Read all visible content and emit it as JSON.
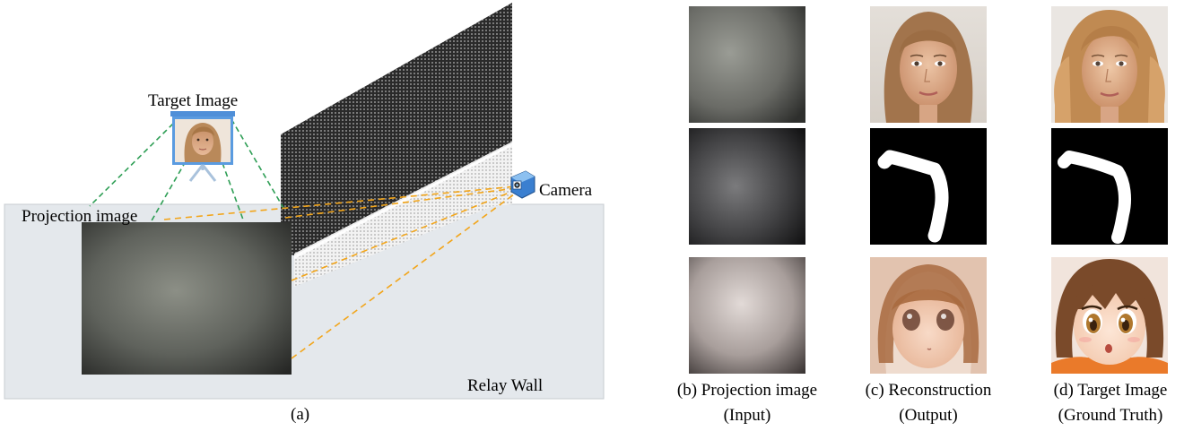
{
  "panel_a": {
    "caption": "(a)",
    "labels": {
      "target_image": "Target Image",
      "projection_image": "Projection image",
      "camera": "Camera",
      "relay_wall": "Relay Wall"
    }
  },
  "grid": {
    "rows": [
      [
        "projection-blur",
        "face-woman-reconstructed",
        "face-woman-ground-truth"
      ],
      [
        "projection-dark",
        "digit-7-reconstructed",
        "digit-7-ground-truth"
      ],
      [
        "projection-warm",
        "anime-girl-reconstructed",
        "anime-girl-ground-truth"
      ]
    ],
    "captions": [
      {
        "line1": "(b) Projection image",
        "line2": "(Input)"
      },
      {
        "line1": "(c) Reconstruction",
        "line2": "(Output)"
      },
      {
        "line1": "(d) Target Image",
        "line2": "(Ground Truth)"
      }
    ]
  },
  "colors": {
    "target_lines": "#2e9e55",
    "camera_lines": "#f2a51a",
    "relay_wall": "#e4e8ec",
    "camera_body": "#3a7fd0"
  }
}
